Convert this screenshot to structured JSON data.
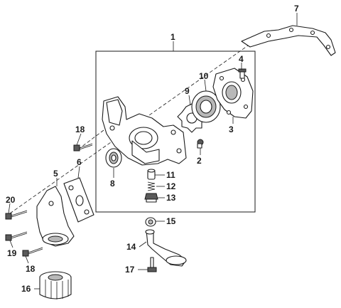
{
  "diagram": {
    "callouts": {
      "c1": "1",
      "c2": "2",
      "c3": "3",
      "c4": "4",
      "c5": "5",
      "c6": "6",
      "c7": "7",
      "c8": "8",
      "c9": "9",
      "c10": "10",
      "c11": "11",
      "c12": "12",
      "c13": "13",
      "c14": "14",
      "c15": "15",
      "c16": "16",
      "c17": "17",
      "c18a": "18",
      "c18b": "18",
      "c19": "19",
      "c20": "20"
    }
  }
}
